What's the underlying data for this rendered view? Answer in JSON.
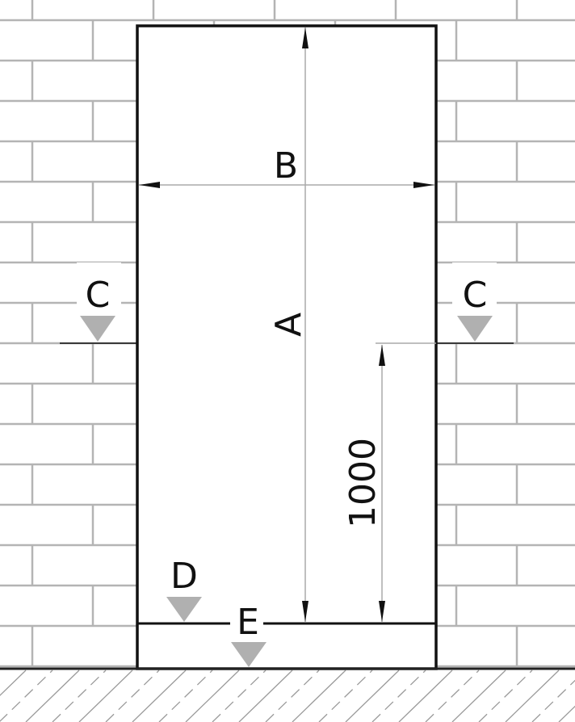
{
  "labels": {
    "height": "A",
    "width": "B",
    "level_left": "C",
    "level_right": "C",
    "level_inner": "D",
    "level_floor": "E",
    "sill_dimension": "1000"
  },
  "colors": {
    "outline": "#111111",
    "brick_joint": "#b4b4b4",
    "marker_fill": "#b0b0b0",
    "hatch": "#9a9a9a"
  }
}
